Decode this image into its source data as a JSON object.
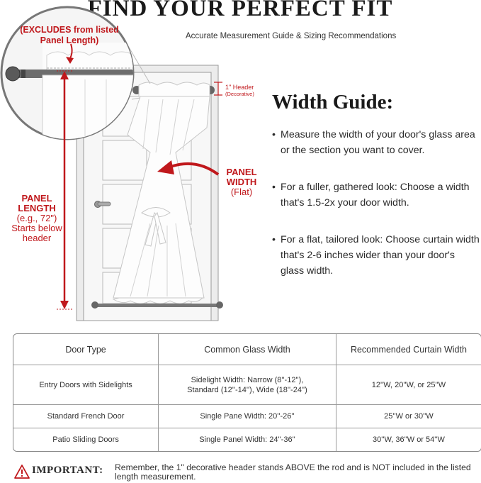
{
  "header": {
    "title": "FIND YOUR PERFECT FIT",
    "subtitle": "Accurate Measurement Guide & Sizing Recommendations"
  },
  "illustration": {
    "excludes_note": "(EXCLUDES from listed Panel Length)",
    "header_note_main": "1\" Header",
    "header_note_sub": "(Decorative)",
    "panel_width_title": "PANEL WIDTH",
    "panel_width_sub": "(Flat)",
    "panel_length_title": "PANEL LENGTH",
    "panel_length_example": "(e.g., 72\")",
    "panel_length_note": "Starts below header"
  },
  "width_guide": {
    "heading": "Width Guide:",
    "bullets": [
      "Measure the width of your door's glass area or the section you want to cover.",
      "For a fuller, gathered look: Choose a width that's 1.5-2x your door width.",
      "For a flat, tailored look: Choose curtain width that's 2-6 inches wider than your door's glass width."
    ]
  },
  "table": {
    "headers": [
      "Door Type",
      "Common Glass Width",
      "Recommended Curtain Width"
    ],
    "rows": [
      [
        "Entry Doors with Sidelights",
        "Sidelight Width: Narrow (8''-12''), Standard (12''-14''), Wide (18''-24'')",
        "12''W, 20''W, or 25''W"
      ],
      [
        "Standard French Door",
        "Single Pane Width: 20''-26''",
        "25''W or 30''W"
      ],
      [
        "Patio Sliding Doors",
        "Single Panel Width: 24''-36''",
        "30''W, 36''W or 54''W"
      ]
    ]
  },
  "important": {
    "label": "IMPORTANT:",
    "text": "Remember, the 1\" decorative header stands ABOVE the rod and is NOT included in the listed length measurement."
  },
  "colors": {
    "accent_red": "#c0181c",
    "text_dark": "#1a1a1a",
    "border_gray": "#8a8a8a"
  }
}
